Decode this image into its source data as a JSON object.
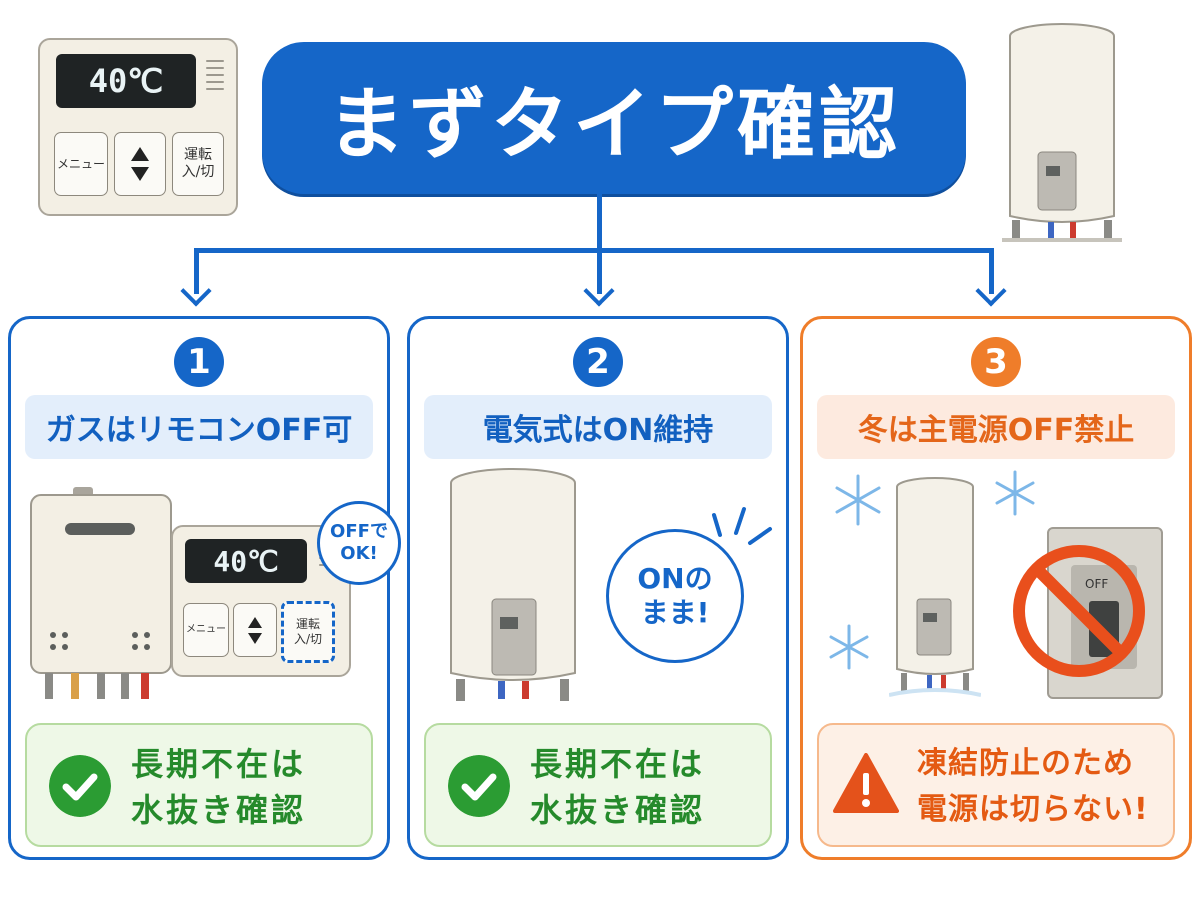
{
  "header": {
    "title": "まずタイプ確認"
  },
  "remote": {
    "display": "40℃",
    "menu_label": "メニュー",
    "power_label": "運転\n入/切"
  },
  "panels": [
    {
      "number": "1",
      "title": "ガスはリモコンOFF可",
      "bubble": "OFFで\nOK!",
      "note_line1": "長期不在は",
      "note_line2": "水抜き確認",
      "note_icon": "check-icon"
    },
    {
      "number": "2",
      "title": "電気式はON維持",
      "bubble": "ONの\nまま!",
      "note_line1": "長期不在は",
      "note_line2": "水抜き確認",
      "note_icon": "check-icon"
    },
    {
      "number": "3",
      "title": "冬は主電源OFF禁止",
      "switch_label": "OFF",
      "note_line1": "凍結防止のため",
      "note_line2": "電源は切らない!",
      "note_icon": "warning-icon"
    }
  ],
  "colors": {
    "blue": "#1566c8",
    "orange": "#ef7d2a",
    "green": "#2b9c33"
  }
}
